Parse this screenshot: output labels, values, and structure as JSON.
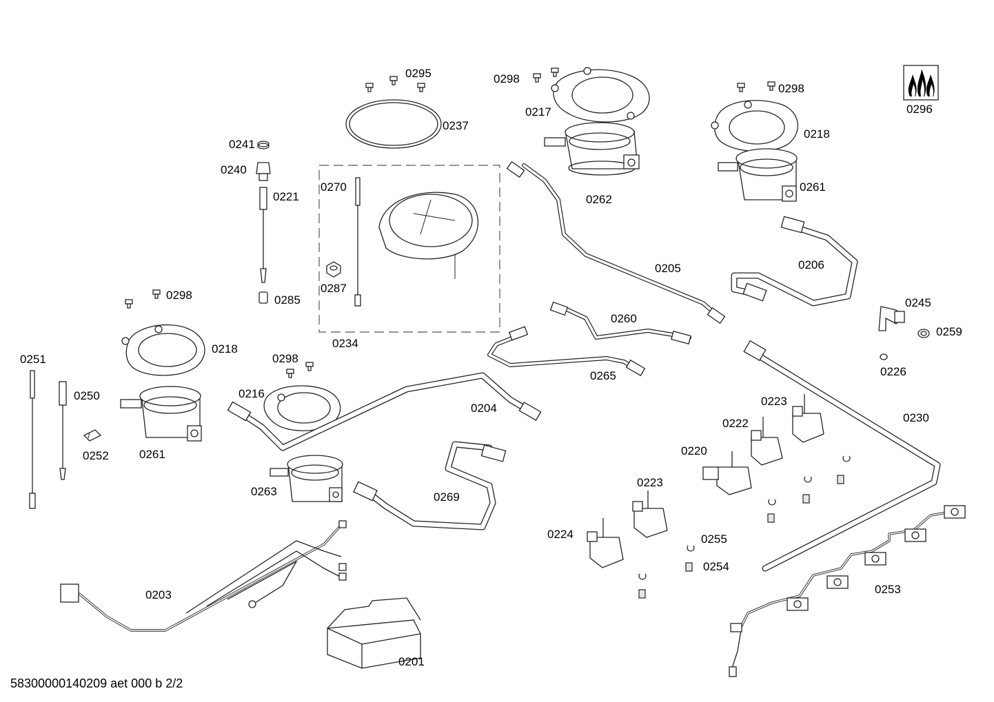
{
  "labels": {
    "l0295": "0295",
    "l0237": "0237",
    "l0298a": "0298",
    "l0217": "0217",
    "l0262": "0262",
    "l0298b": "0298",
    "l0218a": "0218",
    "l0261a": "0261",
    "l0296": "0296",
    "l0241": "0241",
    "l0240": "0240",
    "l0221": "0221",
    "l0285": "0285",
    "l0270": "0270",
    "l0287": "0287",
    "l0234": "0234",
    "l0205": "0205",
    "l0206": "0206",
    "l0245": "0245",
    "l0259": "0259",
    "l0226": "0226",
    "l0298c": "0298",
    "l0218b": "0218",
    "l0261b": "0261",
    "l0251": "0251",
    "l0250": "0250",
    "l0252": "0252",
    "l0298d": "0298",
    "l0216": "0216",
    "l0263": "0263",
    "l0260": "0260",
    "l0265": "0265",
    "l0204": "0204",
    "l0269": "0269",
    "l0230": "0230",
    "l0223a": "0223",
    "l0222": "0222",
    "l0220": "0220",
    "l0223b": "0223",
    "l0224": "0224",
    "l0255": "0255",
    "l0254": "0254",
    "l0253": "0253",
    "l0203": "0203",
    "l0201": "0201"
  },
  "footer": "58300000140209 aet 000 b 2/2",
  "logo_icon": "flame-icon"
}
